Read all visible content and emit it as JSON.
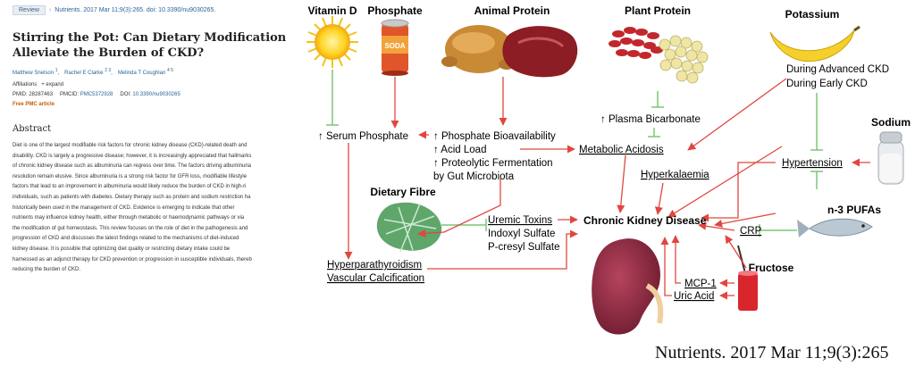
{
  "article": {
    "badge": "Review",
    "breadcrumb": "Nutrients. 2017 Mar 11;9(3):265. doi: 10.3390/nu9030265.",
    "title": "Stirring the Pot: Can Dietary Modification Alleviate the Burden of CKD?",
    "authors": [
      {
        "name": "Matthew Snelson",
        "sup": "1"
      },
      {
        "name": "Rachel E Clarke",
        "sup": "2 3"
      },
      {
        "name": "Melinda T Coughlan",
        "sup": "4 5"
      }
    ],
    "affiliations_label": "Affiliations",
    "expand_label": "+ expand",
    "pmid": "PMID: 28287463",
    "pmcid_label": "PMCID:",
    "pmcid": "PMC5372928",
    "doi_label": "DOI:",
    "doi": "10.3390/nu9030265",
    "free_article": "Free PMC article",
    "abstract_heading": "Abstract",
    "abstract_lines": [
      "Diet is one of the largest modifiable risk factors for chronic kidney disease (CKD)-related death and",
      "disability. CKD is largely a progressive disease; however, it is increasingly appreciated that hallmarks",
      "of chronic kidney disease such as albuminuria can regress over time. The factors driving albuminuria",
      "resolution remain elusive. Since albuminuria is a strong risk factor for GFR loss, modifiable lifestyle",
      "factors that lead to an improvement in albuminuria would likely reduce the burden of CKD in high-ri",
      "individuals, such as patients with diabetes. Dietary therapy such as protein and sodium restriction ha",
      "historically been used in the management of CKD. Evidence is emerging to indicate that other",
      "nutrients may influence kidney health, either through metabolic or haemodynamic pathways or via",
      "the modification of gut homeostasis. This review focuses on the role of diet in the pathogenesis and",
      "progression of CKD and discusses the latest findings related to the mechanisms of diet-induced",
      "kidney disease. It is possible that optimizing diet quality or restricting dietary intake could be",
      "harnessed as an adjunct therapy for CKD prevention or progression in susceptible individuals, thereb",
      "reducing the burden of CKD."
    ]
  },
  "diagram": {
    "food_labels": {
      "vitamin_d": "Vitamin D",
      "phosphate": "Phosphate",
      "animal_protein": "Animal Protein",
      "plant_protein": "Plant Protein",
      "potassium": "Potassium",
      "sodium": "Sodium",
      "dietary_fibre": "Dietary Fibre",
      "n3_pufas": "n-3 PUFAs",
      "fructose": "Fructose"
    },
    "nodes": {
      "serum_phosphate": "↑ Serum Phosphate",
      "phosphate_bio": "↑ Phosphate Bioavailability",
      "acid_load": "↑ Acid Load",
      "proteolytic_1": "↑ Proteolytic Fermentation",
      "proteolytic_2": "by Gut Microbiota",
      "plasma_bicarb": "↑ Plasma Bicarbonate",
      "during_advanced": "During Advanced CKD",
      "during_early": "During Early CKD",
      "metabolic_acidosis": "Metabolic Acidosis",
      "hypertension": "Hypertension",
      "hyperkalaemia": "Hyperkalaemia",
      "uremic_toxins": "Uremic Toxins",
      "indoxyl_sulfate": "Indoxyl Sulfate",
      "p_cresyl_sulfate": "P-cresyl Sulfate",
      "ckd": "Chronic Kidney Disease",
      "crp": "CRP",
      "hyperpara": "Hyperparathyroidism",
      "vascular_calc": "Vascular Calcification",
      "mcp1": "MCP-1",
      "uric_acid": "Uric Acid",
      "can_label": "SODA"
    },
    "colors": {
      "red_arrow": "#e0473f",
      "green_arrow": "#7cc576",
      "link_blue": "#2a6496",
      "orange": "#c35f00"
    }
  },
  "citation": "Nutrients. 2017 Mar 11;9(3):265"
}
